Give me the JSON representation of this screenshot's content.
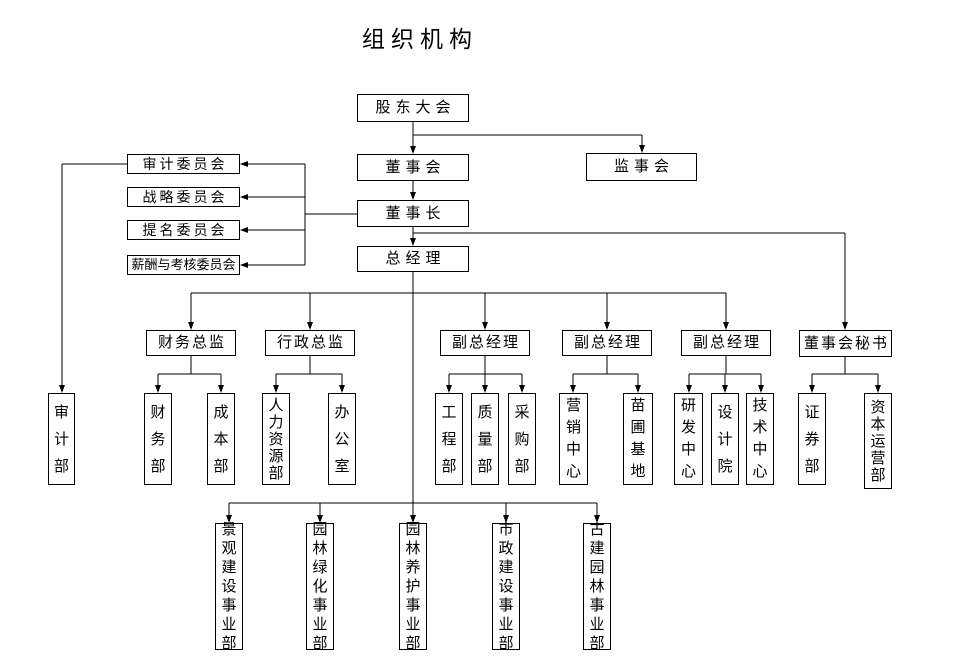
{
  "title": "组织机构",
  "nodes": {
    "shareholders_meeting": "股东大会",
    "board_of_directors": "董事会",
    "supervisory_board": "监事会",
    "chairman": "董事长",
    "general_manager": "总经理",
    "audit_committee": "审计委员会",
    "strategy_committee": "战略委员会",
    "nomination_committee": "提名委员会",
    "remuneration_committee": "薪酬与考核委员会",
    "cfo": "财务总监",
    "admin_director": "行政总监",
    "deputy_gm_1": "副总经理",
    "deputy_gm_2": "副总经理",
    "deputy_gm_3": "副总经理",
    "board_secretary": "董事会秘书",
    "audit_dept": "审计部",
    "finance_dept": "财务部",
    "cost_dept": "成本部",
    "hr_dept": "人力资源部",
    "office": "办公室",
    "engineering_dept": "工程部",
    "quality_dept": "质量部",
    "procurement_dept": "采购部",
    "marketing_center": "营销中心",
    "nursery_base": "苗圃基地",
    "rd_center": "研发中心",
    "design_institute": "设计院",
    "tech_center": "技术中心",
    "securities_dept": "证券部",
    "capital_operation_dept": "资本运营部",
    "landscape_construction_div": "景观建设事业部",
    "garden_greening_div": "园林绿化事业部",
    "garden_maintenance_div": "园林养护事业部",
    "municipal_construction_div": "市政建设事业部",
    "ancient_garden_div": "古建园林事业部"
  }
}
